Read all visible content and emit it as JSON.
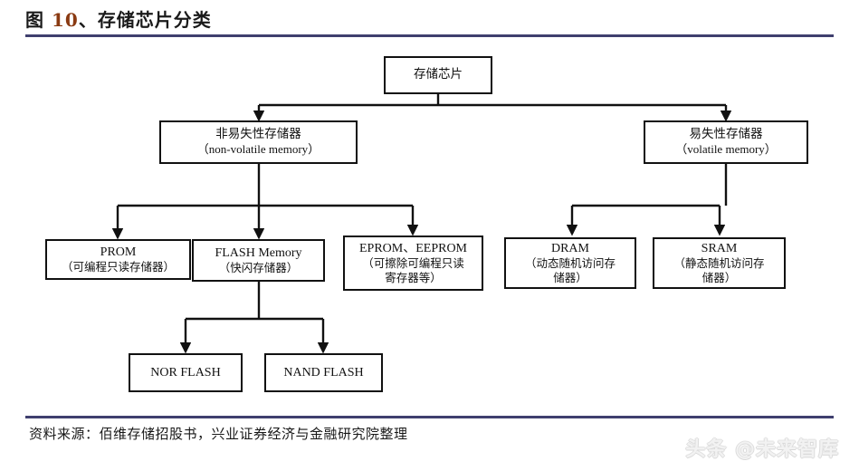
{
  "header": {
    "figure_prefix": "图 ",
    "figure_number": "10",
    "figure_separator": "、",
    "figure_title": "存储芯片分类",
    "rule_color": "#3f3f6e",
    "number_color": "#8a3a12"
  },
  "footer": {
    "source": "资料来源：佰维存储招股书，兴业证券经济与金融研究院整理",
    "watermark": "头条 @未来智库"
  },
  "diagram": {
    "type": "tree",
    "nodes": {
      "root": {
        "line1": "存储芯片"
      },
      "nonvolatile": {
        "line1": "非易失性存储器",
        "line2": "（non-volatile memory）"
      },
      "volatile": {
        "line1": "易失性存储器",
        "line2": "（volatile memory）"
      },
      "prom": {
        "line1": "PROM",
        "line2": "（可编程只读存储器）"
      },
      "flash": {
        "line1": "FLASH Memory",
        "line2": "（快闪存储器）"
      },
      "eprom": {
        "line1": "EPROM、EEPROM",
        "line2": "（可擦除可编程只读",
        "line3": "寄存器等）"
      },
      "dram": {
        "line1": "DRAM",
        "line2": "（动态随机访问存",
        "line3": "储器）"
      },
      "sram": {
        "line1": "SRAM",
        "line2": "（静态随机访问存",
        "line3": "储器）"
      },
      "nor": {
        "line1": "NOR FLASH"
      },
      "nand": {
        "line1": "NAND FLASH"
      }
    },
    "edges": [
      {
        "from": "root",
        "to": "nonvolatile"
      },
      {
        "from": "root",
        "to": "volatile"
      },
      {
        "from": "nonvolatile",
        "to": "prom"
      },
      {
        "from": "nonvolatile",
        "to": "flash"
      },
      {
        "from": "nonvolatile",
        "to": "eprom"
      },
      {
        "from": "volatile",
        "to": "dram"
      },
      {
        "from": "volatile",
        "to": "sram"
      },
      {
        "from": "flash",
        "to": "nor"
      },
      {
        "from": "flash",
        "to": "nand"
      }
    ],
    "line_color": "#111111",
    "box_border_color": "#111111",
    "box_fill": "#ffffff"
  }
}
